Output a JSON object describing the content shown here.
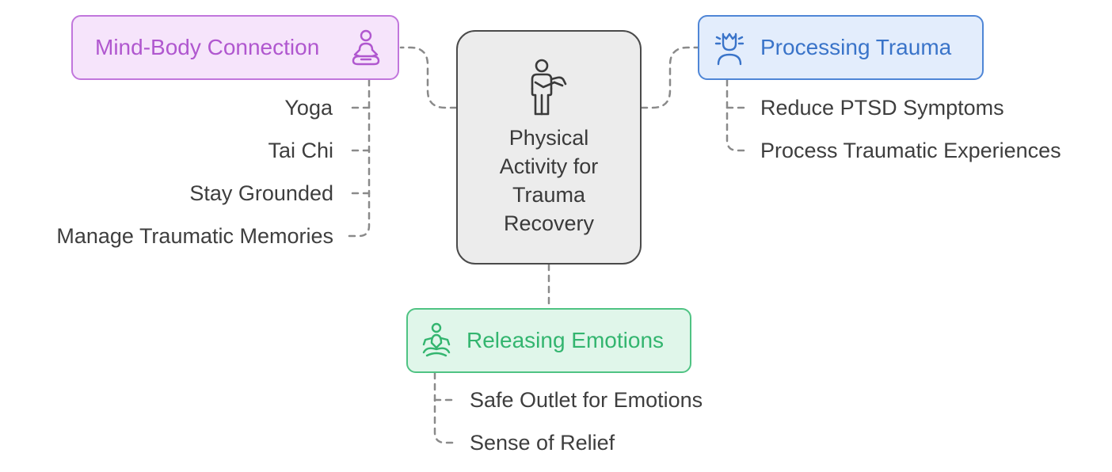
{
  "diagram": {
    "center": {
      "title_lines": [
        "Physical",
        "Activity for",
        "Trauma",
        "Recovery"
      ],
      "icon": "person-with-arm-sling-icon"
    },
    "branches": {
      "mind_body": {
        "label": "Mind-Body Connection",
        "icon": "meditating-person-icon",
        "color": "#b057cf",
        "items": [
          "Yoga",
          "Tai Chi",
          "Stay Grounded",
          "Manage Traumatic Memories"
        ]
      },
      "processing_trauma": {
        "label": "Processing Trauma",
        "icon": "stressed-person-icon",
        "color": "#3a74c9",
        "items": [
          "Reduce PTSD Symptoms",
          "Process Traumatic Experiences"
        ]
      },
      "releasing_emotions": {
        "label": "Releasing Emotions",
        "icon": "lotus-meditation-icon",
        "color": "#33b56f",
        "items": [
          "Safe Outlet for Emotions",
          "Sense of Relief"
        ]
      }
    }
  }
}
